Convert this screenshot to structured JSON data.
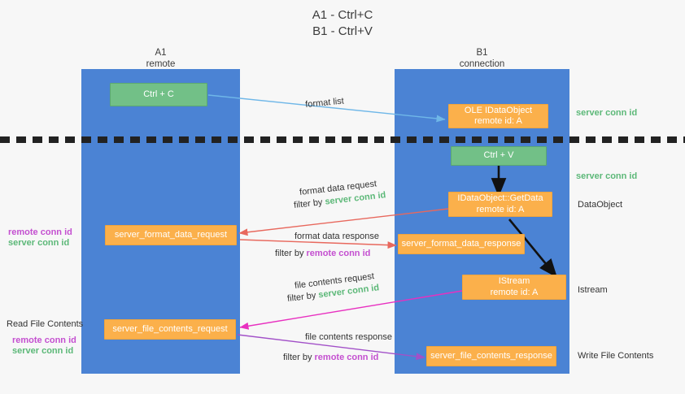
{
  "title": {
    "line1": "A1 - Ctrl+C",
    "line2": "B1 - Ctrl+V"
  },
  "lanes": [
    {
      "name": "A1",
      "sub": "remote"
    },
    {
      "name": "B1",
      "sub": "connection"
    }
  ],
  "nodes": {
    "ctrl_c": {
      "line1": "Ctrl + C",
      "line2": ""
    },
    "ole_dataobject": {
      "line1": "OLE IDataObject",
      "line2": "remote id: A"
    },
    "ctrl_v": {
      "line1": "Ctrl + V",
      "line2": ""
    },
    "getdata": {
      "line1": "IDataObject::GetData",
      "line2": "remote id: A"
    },
    "istream": {
      "line1": "IStream",
      "line2": "remote id: A"
    },
    "fmt_req": {
      "line1": "server_format_data_request",
      "line2": ""
    },
    "fmt_resp": {
      "line1": "server_format_data_response",
      "line2": ""
    },
    "file_req": {
      "line1": "server_file_contents_request",
      "line2": ""
    },
    "file_resp": {
      "line1": "server_file_contents_response",
      "line2": ""
    }
  },
  "edges": {
    "format_list": {
      "text": "format list"
    },
    "fmt_request": {
      "text": "format data request",
      "filter_prefix": "filter by ",
      "filter_value": "server conn id"
    },
    "fmt_response": {
      "text": "format data response",
      "filter_prefix": "filter by ",
      "filter_value": "remote conn id"
    },
    "file_request": {
      "text": "file contents request",
      "filter_prefix": "filter by ",
      "filter_value": "server conn id"
    },
    "file_response": {
      "text": "file contents response",
      "filter_prefix": "filter by ",
      "filter_value": "remote conn id"
    }
  },
  "right_labels": {
    "server_conn_id_1": "server conn id",
    "server_conn_id_2": "server conn id",
    "dataobject": "DataObject",
    "istream": "Istream",
    "write_file_contents": "Write File Contents"
  },
  "left_labels": {
    "remote_conn_id_1": "remote conn id",
    "server_conn_id_1": "server conn id",
    "read_file_contents": "Read File Contents",
    "remote_conn_id_2": "remote conn id",
    "server_conn_id_2": "server conn id"
  },
  "colors": {
    "lane": "#4b83d4",
    "green_node": "#72c087",
    "orange_node": "#fbb04b",
    "green_text": "#5cb878",
    "purple_text": "#c44fd0",
    "blue_arrow": "#6fb7e8",
    "red_arrow": "#e8685d",
    "magenta_arrow": "#e830c0",
    "purple_arrow": "#a250c8",
    "black_arrow": "#111111",
    "background": "#f7f7f7"
  }
}
